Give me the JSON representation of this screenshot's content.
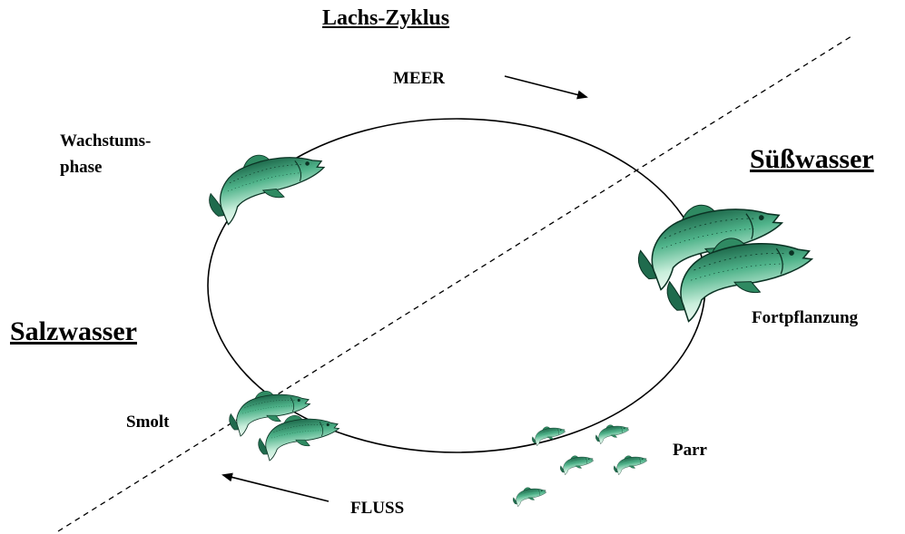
{
  "title": "Lachs-Zyklus",
  "regions": {
    "freshwater": "Süßwasser",
    "saltwater": "Salzwasser"
  },
  "directions": {
    "sea": "MEER",
    "river": "FLUSS"
  },
  "stages": {
    "growth_line1": "Wachstums-",
    "growth_line2": "phase",
    "spawning": "Fortpflanzung",
    "smolt": "Smolt",
    "parr": "Parr"
  },
  "colors": {
    "fish_light": "#c8eedb",
    "fish_mid": "#4fb38a",
    "fish_dark": "#1f6b4d",
    "outline": "#0b3324"
  },
  "icons": {
    "fish": "salmon-icon",
    "arrow": "arrow-icon"
  }
}
